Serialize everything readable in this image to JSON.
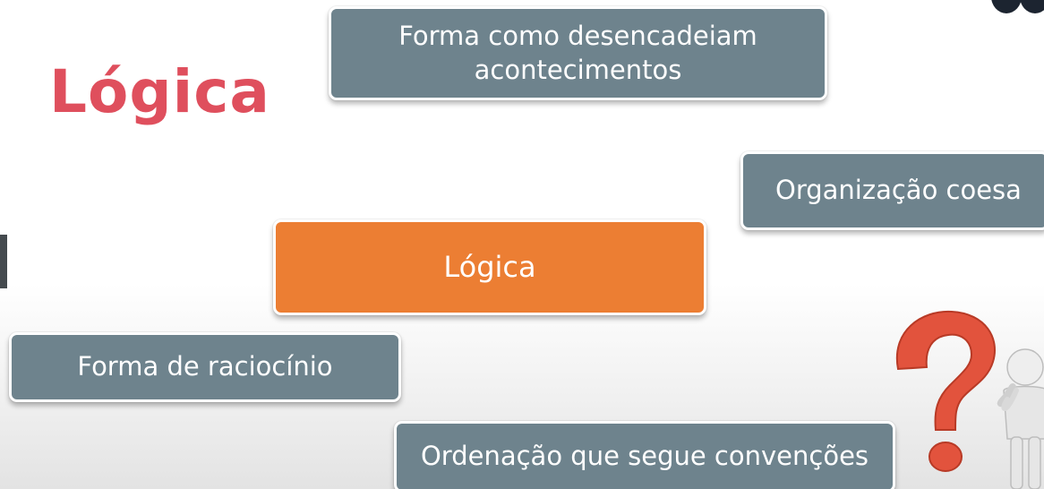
{
  "title": "Lógica",
  "boxes": {
    "top": "Forma como desencadeiam acontecimentos",
    "right": "Organização coesa",
    "center": "Lógica",
    "left": "Forma de raciocínio",
    "bottom": "Ordenação que segue convenções"
  },
  "colors": {
    "title": "#df4f5d",
    "box_gray": "#6e838d",
    "box_orange": "#ec7e33",
    "question_mark": "#e2533d"
  },
  "icons": {
    "corner": "logo-fragment-icon",
    "illustration": "question-mark-thinking-person-icon"
  }
}
